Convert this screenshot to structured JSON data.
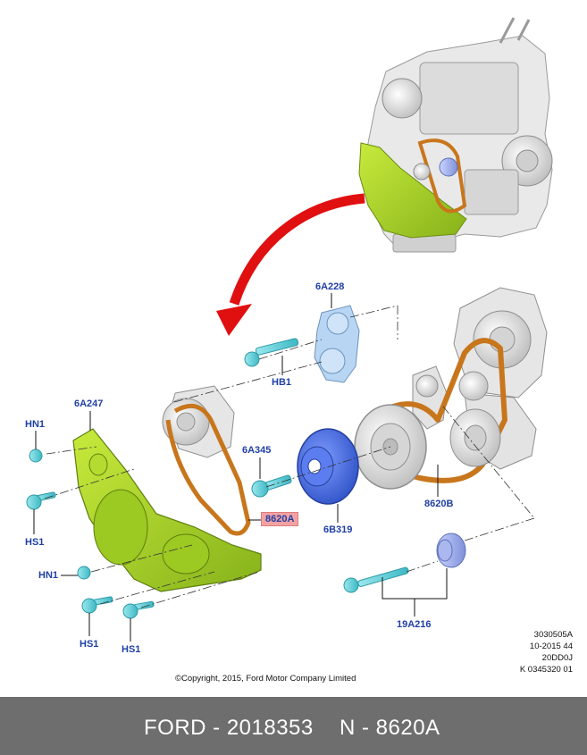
{
  "labels": {
    "l6a228": "6A228",
    "hb1": "HB1",
    "l6a247": "6A247",
    "hn1_top": "HN1",
    "hs1_left": "HS1",
    "hn1_mid": "HN1",
    "hs1_bl": "HS1",
    "hs1_br": "HS1",
    "l6a345": "6A345",
    "l8620a": "8620A",
    "l6b319": "6B319",
    "l8620b": "8620B",
    "l19a216": "19A216"
  },
  "meta": {
    "line1": "3030505A",
    "line2": "10-2015 44",
    "line3": "20DD0J",
    "line4": "K 0345320 01"
  },
  "copyright": "©Copyright, 2015, Ford Motor Company Limited",
  "footer": {
    "left": "FORD - 2018353",
    "right": "N - 8620A"
  },
  "colors": {
    "label_blue": "#1f3fa6",
    "cover_green": "#a6d22a",
    "belt_orange": "#c8761c",
    "pulley_blue": "#3f66d8",
    "arrow_red": "#e01010",
    "fastener_cyan": "#5fd0d8",
    "highlight_red": "#f2a2a2",
    "footer_gray": "#6e6e6e"
  }
}
